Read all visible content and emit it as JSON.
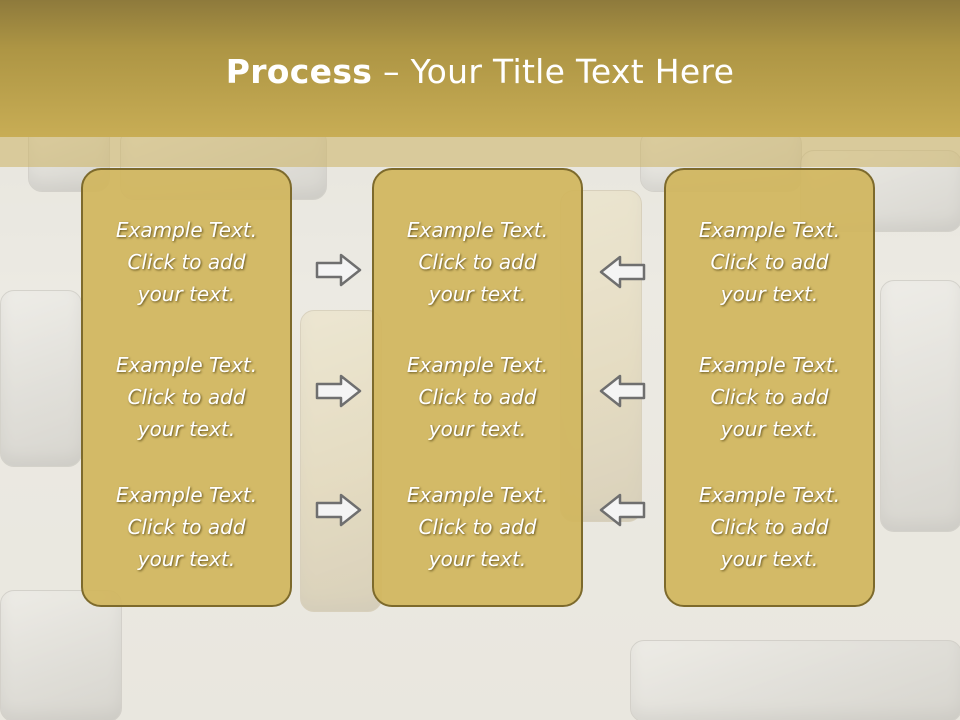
{
  "slide": {
    "title_bold": "Process",
    "title_rest": " – Your Title Text Here"
  },
  "columns": [
    {
      "blocks": [
        {
          "l1": "Example Text.",
          "l2": "Click  to add",
          "l3": "your text."
        },
        {
          "l1": "Example Text.",
          "l2": "Click  to add",
          "l3": "your text."
        },
        {
          "l1": "Example Text.",
          "l2": "Click  to add",
          "l3": "your text."
        }
      ]
    },
    {
      "blocks": [
        {
          "l1": "Example Text.",
          "l2": "Click  to add",
          "l3": "your text."
        },
        {
          "l1": "Example Text.",
          "l2": "Click  to add",
          "l3": "your text."
        },
        {
          "l1": "Example Text.",
          "l2": "Click  to add",
          "l3": "your text."
        }
      ]
    },
    {
      "blocks": [
        {
          "l1": "Example Text.",
          "l2": "Click  to add",
          "l3": "your text."
        },
        {
          "l1": "Example Text.",
          "l2": "Click  to add",
          "l3": "your text."
        },
        {
          "l1": "Example Text.",
          "l2": "Click  to add",
          "l3": "your text."
        }
      ]
    }
  ],
  "arrows": {
    "left_group": "right-arrow-icon",
    "right_group": "left-arrow-icon"
  },
  "colors": {
    "title_band": "#b59d4a",
    "box_fill": "#d1b65e",
    "box_border": "#7d6a2c",
    "text": "#ffffff"
  }
}
